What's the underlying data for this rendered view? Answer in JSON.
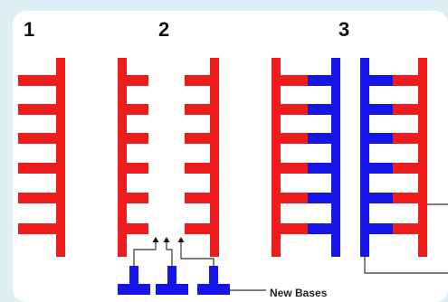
{
  "diagram": {
    "panel_labels": [
      "1",
      "2",
      "3"
    ],
    "new_bases_label": "New Bases",
    "colors": {
      "background": "#ddeef4",
      "card": "#ffffff",
      "original_strand": "#ee1c1c",
      "new_strand": "#1515e6",
      "leader_line": "#333333"
    }
  }
}
